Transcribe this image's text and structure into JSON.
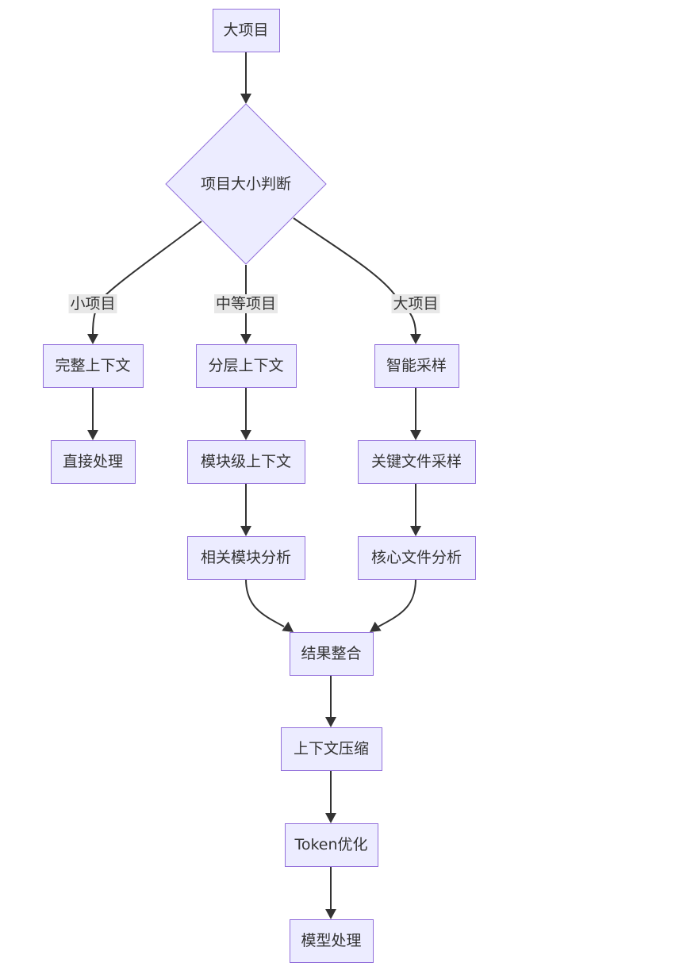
{
  "diagram": {
    "type": "flowchart",
    "direction": "top-down",
    "colors": {
      "node_fill": "#ECECFF",
      "node_stroke": "#9370DB",
      "edge": "#333333",
      "label_bg": "#E8E8E8",
      "text": "#333333"
    },
    "nodes": [
      {
        "id": "A",
        "label": "大项目",
        "shape": "rect"
      },
      {
        "id": "B",
        "label": "项目大小判断",
        "shape": "diamond"
      },
      {
        "id": "C",
        "label": "完整上下文",
        "shape": "rect"
      },
      {
        "id": "D",
        "label": "分层上下文",
        "shape": "rect"
      },
      {
        "id": "E",
        "label": "智能采样",
        "shape": "rect"
      },
      {
        "id": "F",
        "label": "直接处理",
        "shape": "rect"
      },
      {
        "id": "G",
        "label": "模块级上下文",
        "shape": "rect"
      },
      {
        "id": "H",
        "label": "关键文件采样",
        "shape": "rect"
      },
      {
        "id": "I",
        "label": "相关模块分析",
        "shape": "rect"
      },
      {
        "id": "J",
        "label": "核心文件分析",
        "shape": "rect"
      },
      {
        "id": "K",
        "label": "结果整合",
        "shape": "rect"
      },
      {
        "id": "L",
        "label": "上下文压缩",
        "shape": "rect"
      },
      {
        "id": "M",
        "label": "Token优化",
        "shape": "rect"
      },
      {
        "id": "N",
        "label": "模型处理",
        "shape": "rect"
      }
    ],
    "edges": [
      {
        "from": "A",
        "to": "B",
        "label": ""
      },
      {
        "from": "B",
        "to": "C",
        "label": "小项目"
      },
      {
        "from": "B",
        "to": "D",
        "label": "中等项目"
      },
      {
        "from": "B",
        "to": "E",
        "label": "大项目"
      },
      {
        "from": "C",
        "to": "F",
        "label": ""
      },
      {
        "from": "D",
        "to": "G",
        "label": ""
      },
      {
        "from": "E",
        "to": "H",
        "label": ""
      },
      {
        "from": "G",
        "to": "I",
        "label": ""
      },
      {
        "from": "H",
        "to": "J",
        "label": ""
      },
      {
        "from": "I",
        "to": "K",
        "label": ""
      },
      {
        "from": "J",
        "to": "K",
        "label": ""
      },
      {
        "from": "K",
        "to": "L",
        "label": ""
      },
      {
        "from": "L",
        "to": "M",
        "label": ""
      },
      {
        "from": "M",
        "to": "N",
        "label": ""
      }
    ]
  }
}
